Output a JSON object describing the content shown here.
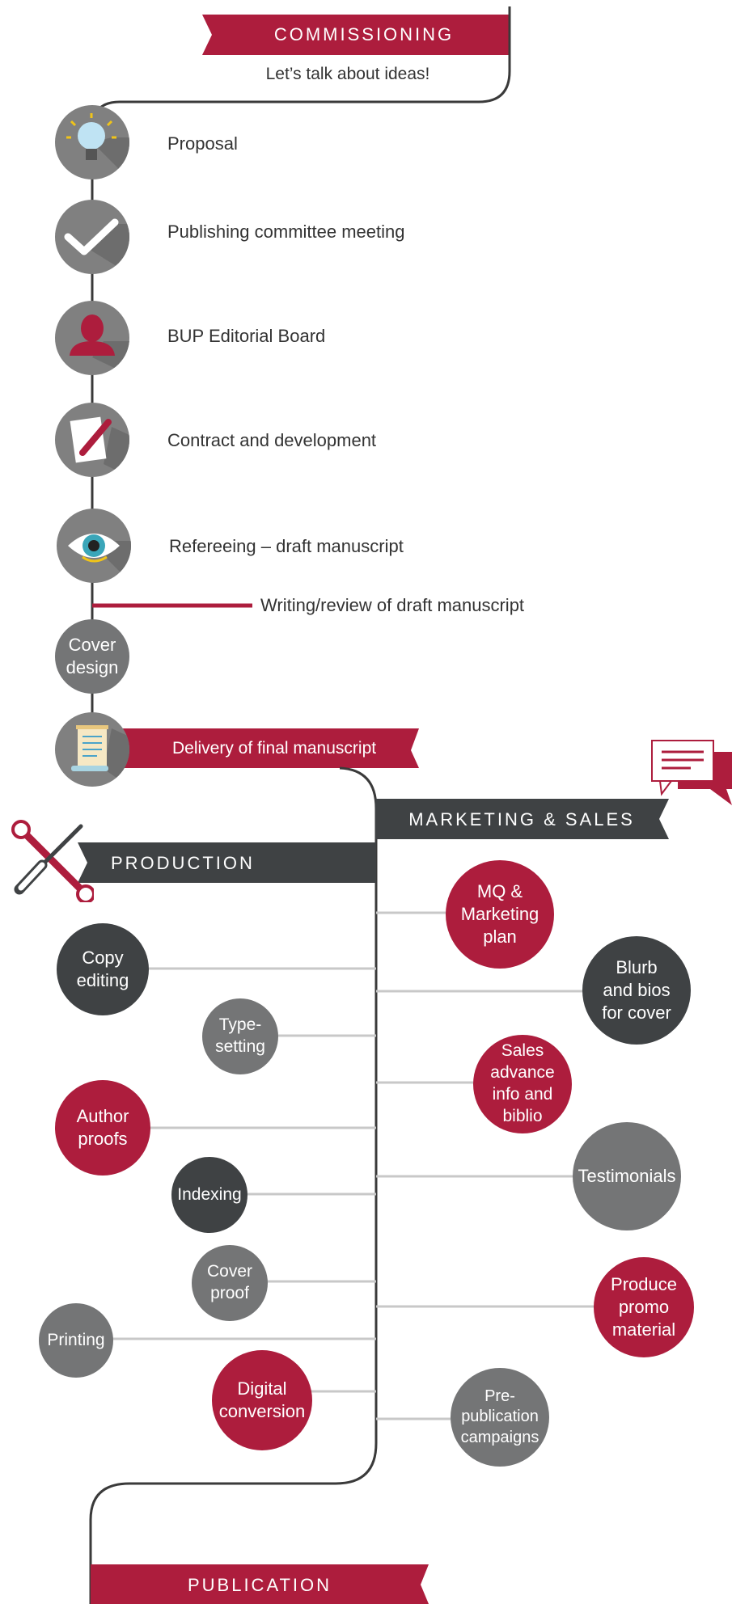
{
  "colors": {
    "red": "#ad1d3d",
    "dark": "#3f4244",
    "grey": "#747576",
    "connector": "#c8c8c8",
    "line": "#3a3a3a"
  },
  "commissioning": {
    "title": "COMMISSIONING",
    "subtitle": "Let’s talk about ideas!",
    "steps": [
      {
        "label": "Proposal",
        "icon": "lightbulb-icon"
      },
      {
        "label": "Publishing committee meeting",
        "icon": "checkmark-icon"
      },
      {
        "label": "BUP Editorial Board",
        "icon": "person-icon"
      },
      {
        "label": "Contract and development",
        "icon": "document-pencil-icon"
      },
      {
        "label": "Refereeing – draft manuscript",
        "icon": "eye-icon"
      }
    ],
    "writing_review": "Writing/review of draft manuscript",
    "cover_design": "Cover\ndesign",
    "delivery": "Delivery of final manuscript",
    "delivery_icon": "scroll-icon"
  },
  "marketing": {
    "title": "MARKETING & SALES",
    "icon": "speech-bubble-icon",
    "items": [
      "MQ &\nMarketing\nplan",
      "Blurb\nand bios\nfor cover",
      "Sales\nadvance\ninfo and\nbiblio",
      "Testimonials",
      "Produce\npromo\nmaterial",
      "Pre-\npublication\ncampaigns"
    ]
  },
  "production": {
    "title": "PRODUCTION",
    "icon": "tools-icon",
    "items": [
      "Copy\nediting",
      "Type-\nsetting",
      "Author\nproofs",
      "Indexing",
      "Cover\nproof",
      "Printing",
      "Digital\nconversion"
    ]
  },
  "publication": {
    "title": "PUBLICATION"
  }
}
